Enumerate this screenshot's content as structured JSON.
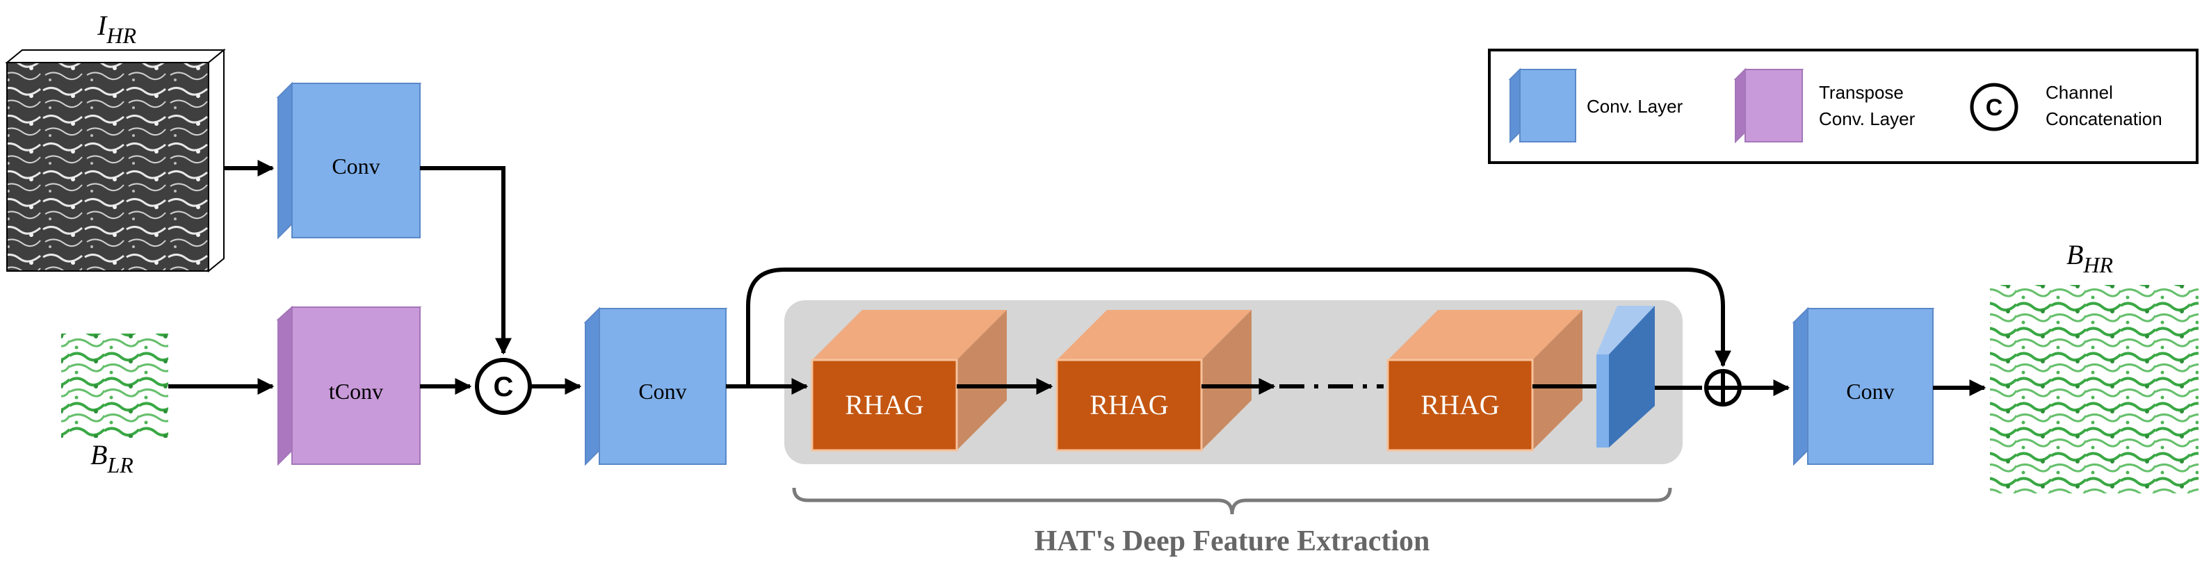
{
  "labels": {
    "i_hr_base": "I",
    "i_hr_sub": "HR",
    "b_lr_base": "B",
    "b_lr_sub": "LR",
    "b_hr_base": "B",
    "b_hr_sub": "HR"
  },
  "blocks": {
    "conv_top": "Conv",
    "tconv": "tConv",
    "conv_mid": "Conv",
    "rhag_1": "RHAG",
    "rhag_2": "RHAG",
    "rhag_3": "RHAG",
    "conv_out": "Conv",
    "concat_symbol": "C"
  },
  "bracket_label": "HAT's Deep Feature Extraction",
  "legend": {
    "conv_layer": "Conv. Layer",
    "tconv_line1": "Transpose",
    "tconv_line2": "Conv. Layer",
    "concat_symbol": "C",
    "concat_line1": "Channel",
    "concat_line2": "Concatenation"
  },
  "colors": {
    "conv_blue": "#7fb0eb",
    "tconv_purple": "#c99ad9",
    "rhag_orange": "#c45611",
    "hat_panel_gray": "#d6d6d6",
    "green_map": "#3aa844",
    "gray_image": "#4a4a4a"
  }
}
